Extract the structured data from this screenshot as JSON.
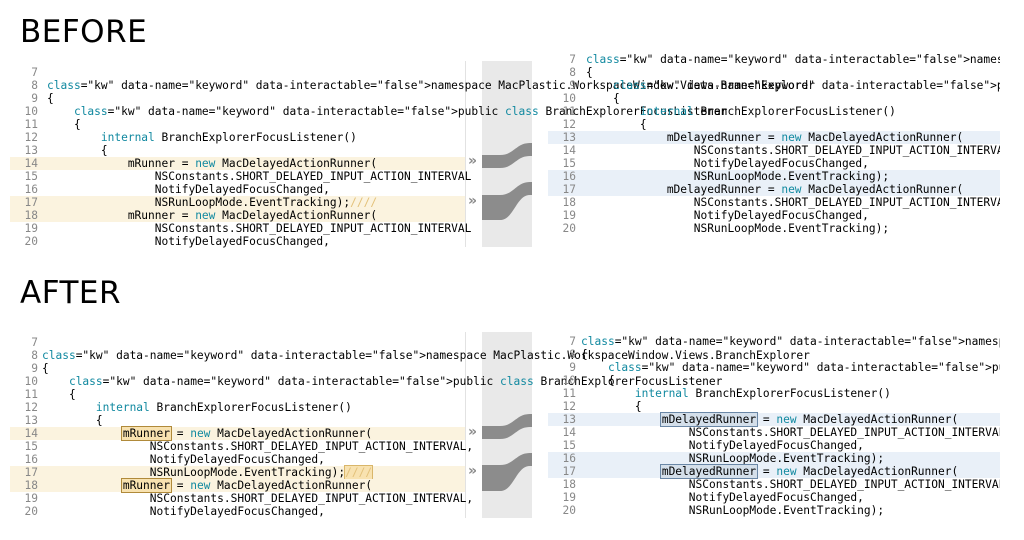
{
  "before": {
    "heading": "BEFORE",
    "left": {
      "lines": [
        {
          "n": "7",
          "t": ""
        },
        {
          "n": "8",
          "t": "namespace MacPlastic.WorkspaceWindow.Views.BranchExplorer"
        },
        {
          "n": "9",
          "t": "{"
        },
        {
          "n": "10",
          "t": "    public class BranchExplorerFocusListener"
        },
        {
          "n": "11",
          "t": "    {"
        },
        {
          "n": "12",
          "t": "        internal BranchExplorerFocusListener()"
        },
        {
          "n": "13",
          "t": "        {"
        },
        {
          "n": "14",
          "t": "            mRunner = new MacDelayedActionRunner("
        },
        {
          "n": "15",
          "t": "                NSConstants.SHORT_DELAYED_INPUT_ACTION_INTERVAL"
        },
        {
          "n": "16",
          "t": "                NotifyDelayedFocusChanged,"
        },
        {
          "n": "17",
          "t": "                NSRunLoopMode.EventTracking);"
        },
        {
          "n": "18",
          "t": "            mRunner = new MacDelayedActionRunner("
        },
        {
          "n": "19",
          "t": "                NSConstants.SHORT_DELAYED_INPUT_ACTION_INTERVAL"
        },
        {
          "n": "20",
          "t": "                NotifyDelayedFocusChanged,"
        }
      ],
      "hatch": "////"
    },
    "right": {
      "lines": [
        {
          "n": "7",
          "t": "namespace MacPlastic.WorkspaceWindow.Views.BranchExplorer"
        },
        {
          "n": "8",
          "t": "{"
        },
        {
          "n": "9",
          "t": "    public class BranchExplorerFocusListener"
        },
        {
          "n": "10",
          "t": "    {"
        },
        {
          "n": "11",
          "t": "        internal BranchExplorerFocusListener()"
        },
        {
          "n": "12",
          "t": "        {"
        },
        {
          "n": "13",
          "t": "            mDelayedRunner = new MacDelayedActionRunner("
        },
        {
          "n": "14",
          "t": "                NSConstants.SHORT_DELAYED_INPUT_ACTION_INTERVAL"
        },
        {
          "n": "15",
          "t": "                NotifyDelayedFocusChanged,"
        },
        {
          "n": "16",
          "t": "                NSRunLoopMode.EventTracking);"
        },
        {
          "n": "17",
          "t": "            mDelayedRunner = new MacDelayedActionRunner("
        },
        {
          "n": "18",
          "t": "                NSConstants.SHORT_DELAYED_INPUT_ACTION_INTERVAL"
        },
        {
          "n": "19",
          "t": "                NotifyDelayedFocusChanged,"
        },
        {
          "n": "20",
          "t": "                NSRunLoopMode.EventTracking);"
        }
      ]
    }
  },
  "after": {
    "heading": "AFTER",
    "left": {
      "lines": [
        {
          "n": "7",
          "t": ""
        },
        {
          "n": "8",
          "t": "namespace MacPlastic.WorkspaceWindow.Views.BranchExplorer"
        },
        {
          "n": "9",
          "t": "{"
        },
        {
          "n": "10",
          "t": "    public class BranchExplorerFocusListener"
        },
        {
          "n": "11",
          "t": "    {"
        },
        {
          "n": "12",
          "t": "        internal BranchExplorerFocusListener()"
        },
        {
          "n": "13",
          "t": "        {"
        },
        {
          "n": "14",
          "t": "            mRunner = new MacDelayedActionRunner("
        },
        {
          "n": "15",
          "t": "                NSConstants.SHORT_DELAYED_INPUT_ACTION_INTERVAL,"
        },
        {
          "n": "16",
          "t": "                NotifyDelayedFocusChanged,"
        },
        {
          "n": "17",
          "t": "                NSRunLoopMode.EventTracking);"
        },
        {
          "n": "18",
          "t": "            mRunner = new MacDelayedActionRunner("
        },
        {
          "n": "19",
          "t": "                NSConstants.SHORT_DELAYED_INPUT_ACTION_INTERVAL,"
        },
        {
          "n": "20",
          "t": "                NotifyDelayedFocusChanged,"
        }
      ],
      "hatch": "////"
    },
    "right": {
      "lines": [
        {
          "n": "7",
          "t": "namespace MacPlastic.WorkspaceWindow.Views.BranchExplorer"
        },
        {
          "n": "8",
          "t": "{"
        },
        {
          "n": "9",
          "t": "    public class BranchExplorerFocusListener"
        },
        {
          "n": "10",
          "t": "    {"
        },
        {
          "n": "11",
          "t": "        internal BranchExplorerFocusListener()"
        },
        {
          "n": "12",
          "t": "        {"
        },
        {
          "n": "13",
          "t": "            mDelayedRunner = new MacDelayedActionRunner("
        },
        {
          "n": "14",
          "t": "                NSConstants.SHORT_DELAYED_INPUT_ACTION_INTERVAL,"
        },
        {
          "n": "15",
          "t": "                NotifyDelayedFocusChanged,"
        },
        {
          "n": "16",
          "t": "                NSRunLoopMode.EventTracking);"
        },
        {
          "n": "17",
          "t": "            mDelayedRunner = new MacDelayedActionRunner("
        },
        {
          "n": "18",
          "t": "                NSConstants.SHORT_DELAYED_INPUT_ACTION_INTERVAL,"
        },
        {
          "n": "19",
          "t": "                NotifyDelayedFocusChanged,"
        },
        {
          "n": "20",
          "t": "                NSRunLoopMode.EventTracking);"
        }
      ]
    }
  },
  "icons": {
    "merge_arrow": "»"
  },
  "colors": {
    "keyword": "#1189a0",
    "left_highlight": "#fbf3df",
    "right_highlight": "#e9f0f8",
    "connector": "#8c8c8c",
    "word_highlight_left": "#f8e2b0",
    "word_highlight_right": "#d4dfea"
  }
}
